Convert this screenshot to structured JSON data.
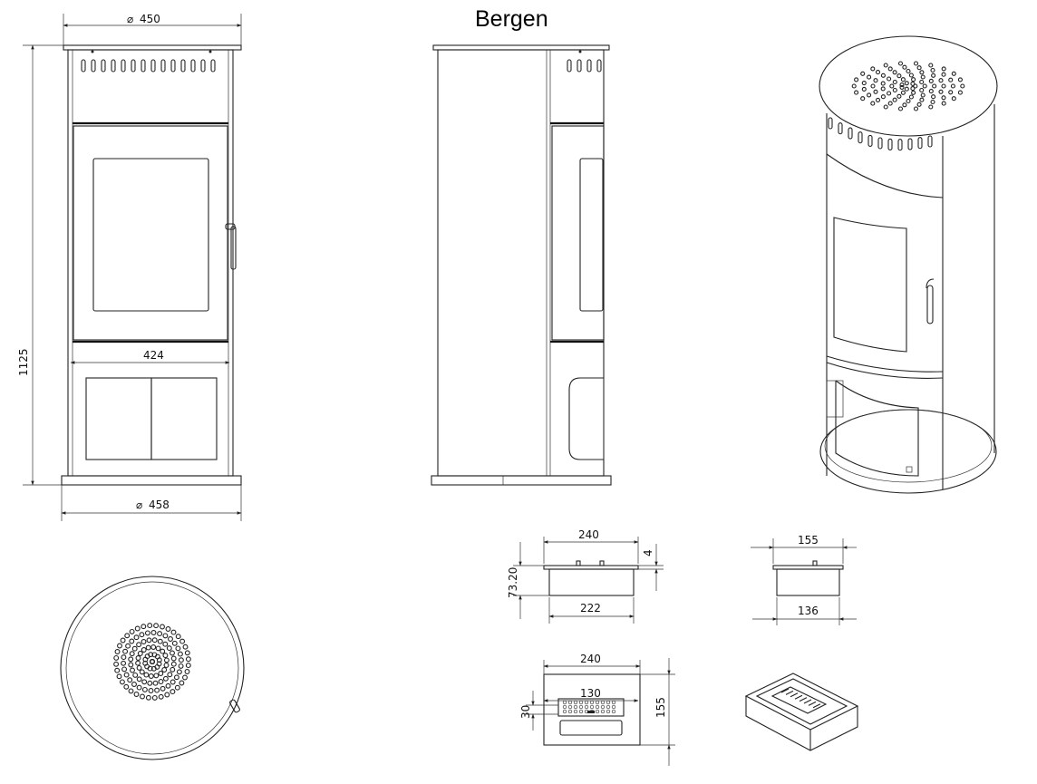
{
  "title": "Bergen",
  "front_view": {
    "top_diameter": "450",
    "height": "1125",
    "inner_width": "424",
    "base_diameter": "458"
  },
  "burner_side": {
    "width_top": "240",
    "width_bottom": "222",
    "height": "73.20",
    "rim": "4"
  },
  "burner_end": {
    "width_top": "155",
    "width_bottom": "136"
  },
  "burner_top": {
    "width": "240",
    "insert_width": "130",
    "insert_height": "30",
    "depth": "155"
  }
}
